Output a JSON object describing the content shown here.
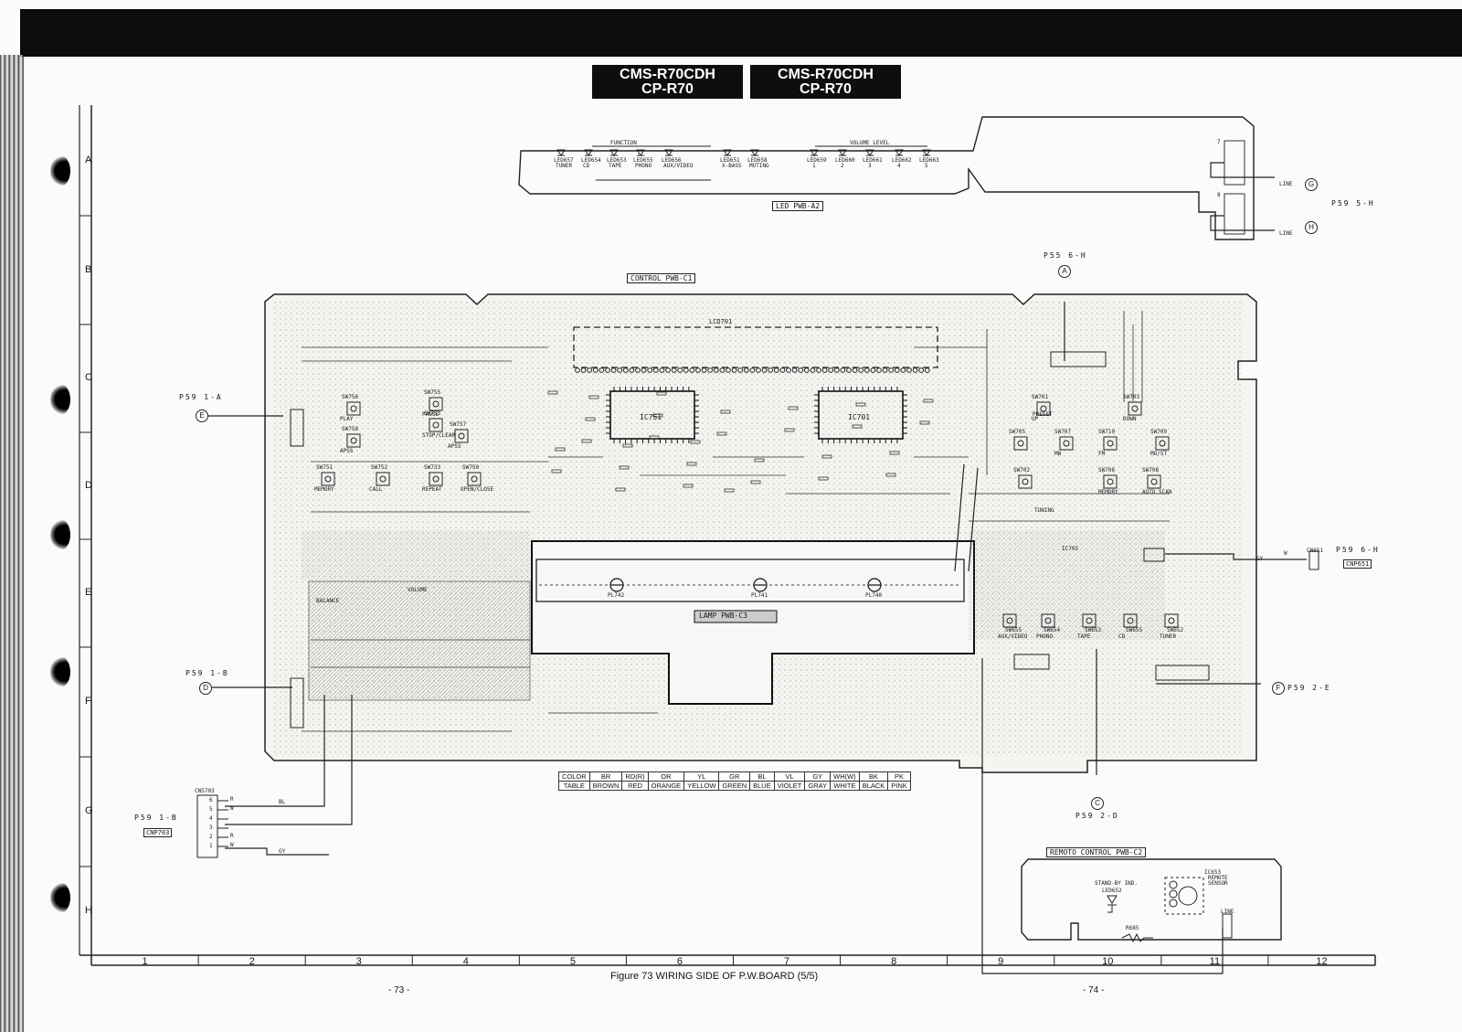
{
  "header": {
    "title_left": [
      "CMS-R70CDH",
      "CP-R70"
    ],
    "title_right": [
      "CMS-R70CDH",
      "CP-R70"
    ]
  },
  "rows": [
    "A",
    "B",
    "C",
    "D",
    "E",
    "F",
    "G",
    "H"
  ],
  "columns": [
    "1",
    "2",
    "3",
    "4",
    "5",
    "6",
    "7",
    "8",
    "9",
    "10",
    "11",
    "12"
  ],
  "led_board": {
    "label": "LED PWB-A2",
    "function_label": "FUNCTION",
    "volume_label": "VOLUME LEVEL",
    "function_leds": [
      {
        "ref": "LED657",
        "name": "TUNER"
      },
      {
        "ref": "LED654",
        "name": "CD"
      },
      {
        "ref": "LED653",
        "name": "TAPE"
      },
      {
        "ref": "LED655",
        "name": "PHONO"
      },
      {
        "ref": "LED656",
        "name": "AUX/VIDEO"
      },
      {
        "ref": "LED651",
        "name": "X-BASS"
      },
      {
        "ref": "LED658",
        "name": "MUTING"
      }
    ],
    "volume_leds": [
      {
        "ref": "LED659",
        "name": "1"
      },
      {
        "ref": "LED660",
        "name": "2"
      },
      {
        "ref": "LED661",
        "name": "3"
      },
      {
        "ref": "LED662",
        "name": "4"
      },
      {
        "ref": "LED663",
        "name": "5"
      }
    ],
    "line_labels": [
      "LINE",
      "LINE"
    ],
    "connector_pins": [
      "7",
      "8"
    ],
    "ref_text": "P59 5-H"
  },
  "control_board": {
    "label": "CONTROL PWB-C1",
    "lcd": "LCD701",
    "ics": [
      "IC751",
      "IC701",
      "IC705"
    ],
    "switches_left": [
      {
        "ref": "SW756",
        "name": "PLAY"
      },
      {
        "ref": "SW758",
        "name": "APSS"
      },
      {
        "ref": "SW755",
        "name": "PAUSE"
      },
      {
        "ref": "SW757",
        "name": "APSS"
      },
      {
        "ref": "SW753",
        "name": "STOP/CLEAR"
      },
      {
        "ref": "SW751",
        "name": "MEMORY"
      },
      {
        "ref": "SW752",
        "name": "CALL"
      },
      {
        "ref": "SW733",
        "name": "REPEAT"
      },
      {
        "ref": "SW750",
        "name": "OPEN/CLOSE"
      }
    ],
    "switches_right": [
      {
        "ref": "SW701",
        "name": "UP"
      },
      {
        "ref": "SW703",
        "name": "DOWN"
      },
      {
        "ref": "SW705",
        "name": ""
      },
      {
        "ref": "SW707",
        "name": "MW"
      },
      {
        "ref": "SW710",
        "name": "FM"
      },
      {
        "ref": "SW709",
        "name": "MO/ST"
      },
      {
        "ref": "SW702",
        "name": ""
      },
      {
        "ref": "SW706",
        "name": "MEMORY"
      },
      {
        "ref": "SW708",
        "name": "AUTO SCAN"
      }
    ],
    "preset_label": "PRESET",
    "tuning_label": "TUNING",
    "volume_label": "VOLUME",
    "balance_label": "BALANCE",
    "function_switches": [
      {
        "ref": "SW655",
        "name": "AUX/VIDEO"
      },
      {
        "ref": "SW654",
        "name": "PHONO"
      },
      {
        "ref": "SW653",
        "name": "TAPE"
      },
      {
        "ref": "SW655",
        "name": "CD"
      },
      {
        "ref": "SW652",
        "name": "TUNER"
      }
    ],
    "ref_a": "P55 6-H",
    "ref_e": "P59 1-A",
    "ref_d": "P59 1-B",
    "ref_f": "P59 2-E",
    "ref_c": "P59 2-D",
    "ref_cn": "P59 6-H",
    "cn651": "CN651",
    "cnp651": "CNP651",
    "wire_gy": "GY",
    "wire_w": "W"
  },
  "lamp_board": {
    "label": "LAMP PWB-C3",
    "lamps": [
      "PL742",
      "PL741",
      "PL740"
    ]
  },
  "remote_board": {
    "label": "REMOTO CONTROL PWB-C2",
    "standby": "STAND-BY IND.",
    "led": "LED652",
    "ic": "IC653",
    "sensor": "REMOTE SENSOR",
    "resistor": "R685",
    "line": "LINE"
  },
  "connector_cn703": {
    "ref": "P59 1-B",
    "cn": "CN5703",
    "cnp": "CNP703",
    "pins": [
      "6",
      "5",
      "4",
      "3",
      "2",
      "1"
    ],
    "wires": [
      "R",
      "W",
      "",
      "",
      "R",
      "W"
    ],
    "wire_bl": "BL",
    "wire_gy": "GY"
  },
  "color_table": {
    "row1": [
      "COLOR",
      "BR",
      "RD(R)",
      "OR",
      "YL",
      "GR",
      "BL",
      "VL",
      "GY",
      "WH(W)",
      "BK",
      "PK"
    ],
    "row2": [
      "TABLE",
      "BROWN",
      "RED",
      "ORANGE",
      "YELLOW",
      "GREEN",
      "BLUE",
      "VIOLET",
      "GRAY",
      "WHITE",
      "BLACK",
      "PINK"
    ]
  },
  "caption": "Figure 73 WIRING SIDE OF P.W.BOARD (5/5)",
  "page_left": "- 73 -",
  "page_right": "- 74 -"
}
